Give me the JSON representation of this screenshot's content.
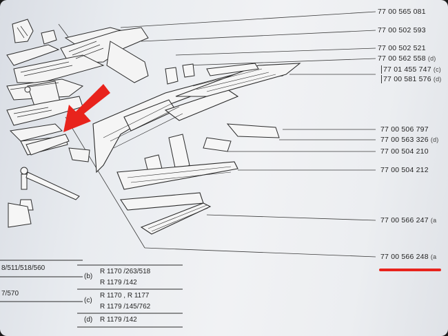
{
  "part_numbers": [
    {
      "number": "77 00 565 081",
      "variant": ""
    },
    {
      "number": "77 00 502 593",
      "variant": ""
    },
    {
      "number": "77 00 502 521",
      "variant": ""
    },
    {
      "number": "77 00 562 558",
      "variant": "(d)"
    },
    {
      "number": "77 01 455 747",
      "variant": "(c)"
    },
    {
      "number": "77 00 581 576",
      "variant": "(d)"
    },
    {
      "number": "77 00 506 797",
      "variant": ""
    },
    {
      "number": "77 00 563 326",
      "variant": "(d)"
    },
    {
      "number": "77 00 504 210",
      "variant": ""
    },
    {
      "number": "77 00 504 212",
      "variant": ""
    },
    {
      "number": "77 00 566 247",
      "variant": "(a"
    },
    {
      "number": "77 00 566 248",
      "variant": "(a"
    }
  ],
  "left_codes": [
    "8/511/518/560",
    "7/570"
  ],
  "variant_table": [
    {
      "label": "(b)",
      "rows": [
        "R 1170  /263/518",
        "R 1179  /142"
      ]
    },
    {
      "label": "(c)",
      "rows": [
        "R 1170 , R 1177",
        "R 1179  /145/762"
      ]
    },
    {
      "label": "(d)",
      "rows": [
        "R 1179  /142"
      ]
    }
  ],
  "colors": {
    "arrow": "#e8231c",
    "highlight_underline": "#e8231c",
    "ink": "#2a2a2a",
    "paper": "#eceef1"
  }
}
